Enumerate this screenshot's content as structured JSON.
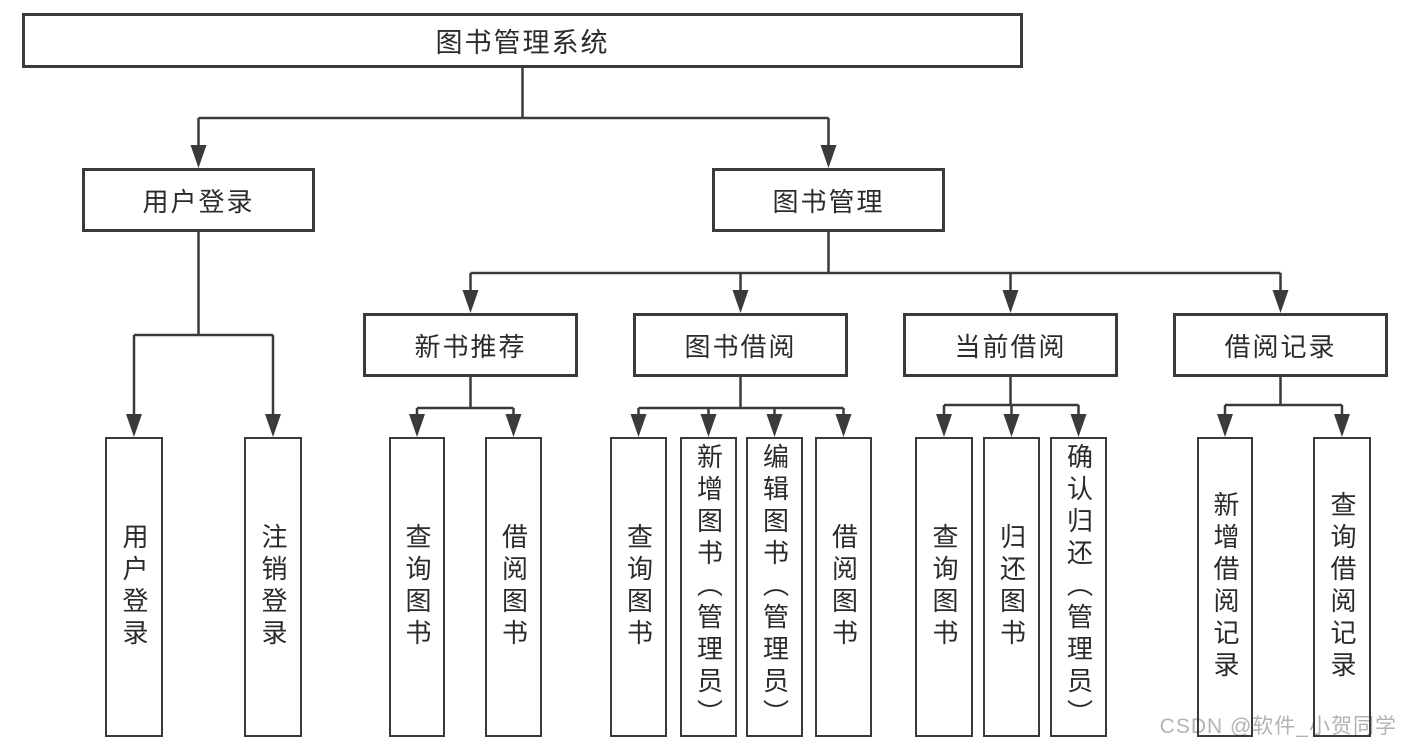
{
  "diagram": {
    "root": {
      "label": "图书管理系统"
    },
    "level2": [
      {
        "label": "用户登录"
      },
      {
        "label": "图书管理"
      }
    ],
    "level3": [
      {
        "label": "新书推荐"
      },
      {
        "label": "图书借阅"
      },
      {
        "label": "当前借阅"
      },
      {
        "label": "借阅记录"
      }
    ],
    "leaves": [
      {
        "label": "用户登录"
      },
      {
        "label": "注销登录"
      },
      {
        "label": "查询图书"
      },
      {
        "label": "借阅图书"
      },
      {
        "label": "查询图书"
      },
      {
        "label": "新增图书（管理员）"
      },
      {
        "label": "编辑图书（管理员）"
      },
      {
        "label": "借阅图书"
      },
      {
        "label": "查询图书"
      },
      {
        "label": "归还图书"
      },
      {
        "label": "确认归还（管理员）"
      },
      {
        "label": "新增借阅记录"
      },
      {
        "label": "查询借阅记录"
      }
    ],
    "colors": {
      "line": "#3a3a3a",
      "box_border": "#3a3a3a",
      "text": "#2b2b2b",
      "background": "#ffffff",
      "watermark": "#b3b3b3"
    }
  },
  "watermark": {
    "text": "CSDN @软件_小贺同学"
  }
}
